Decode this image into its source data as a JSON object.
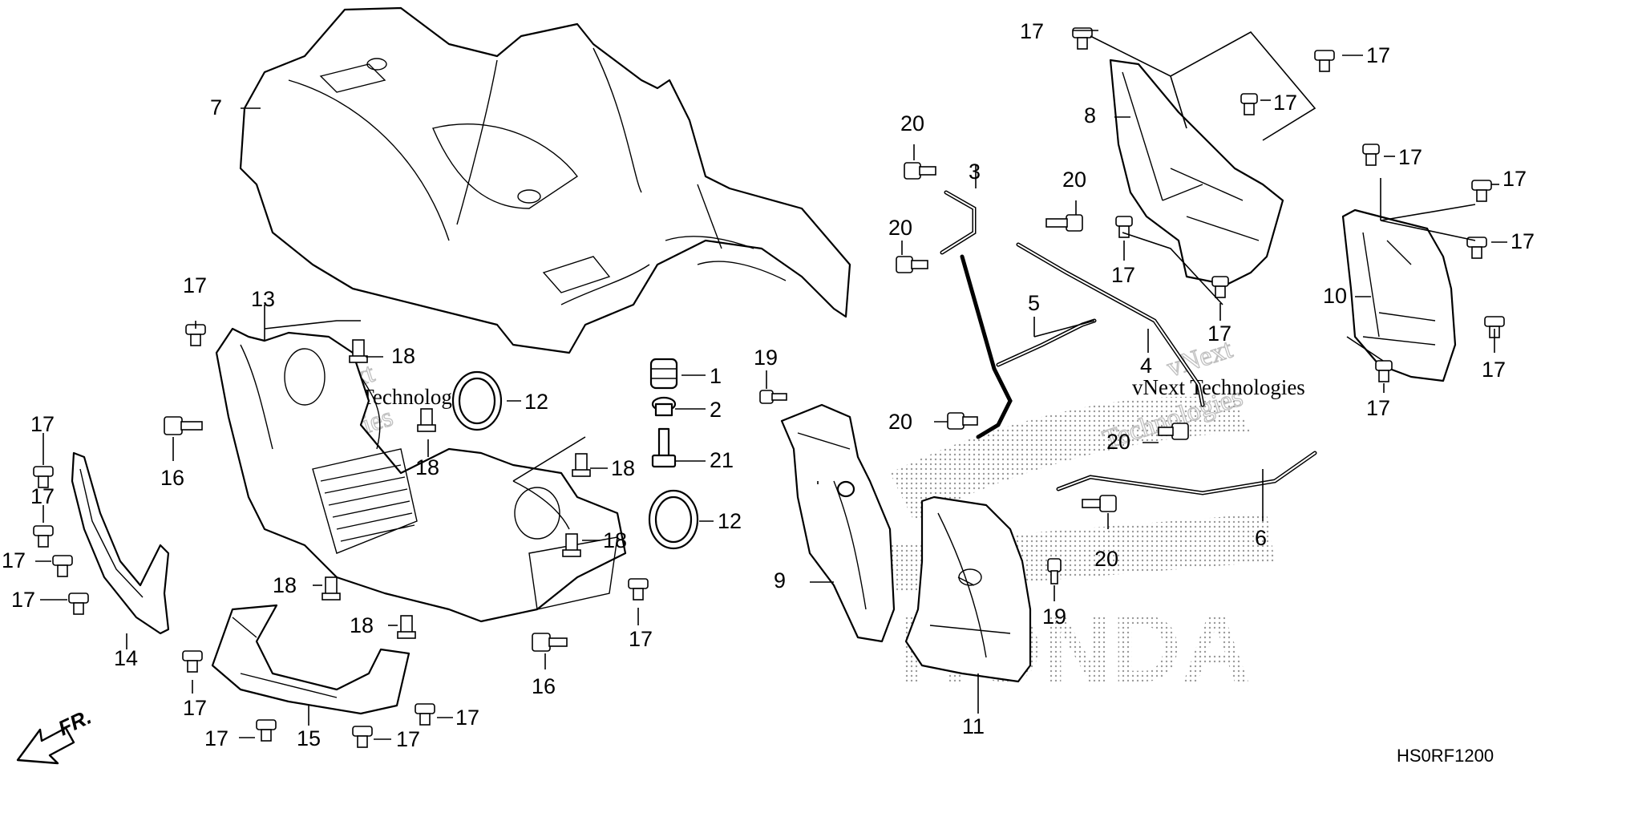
{
  "diagram": {
    "code": "HS0RF1200",
    "direction": "FR.",
    "watermark": {
      "brand": "vNext",
      "company": "Technologies",
      "full": "vNext Technologies"
    },
    "logo": "HONDA",
    "callouts": [
      "1",
      "2",
      "3",
      "4",
      "5",
      "6",
      "7",
      "8",
      "9",
      "10",
      "11",
      "12",
      "13",
      "14",
      "15",
      "16",
      "17",
      "18",
      "19",
      "20",
      "21"
    ]
  }
}
